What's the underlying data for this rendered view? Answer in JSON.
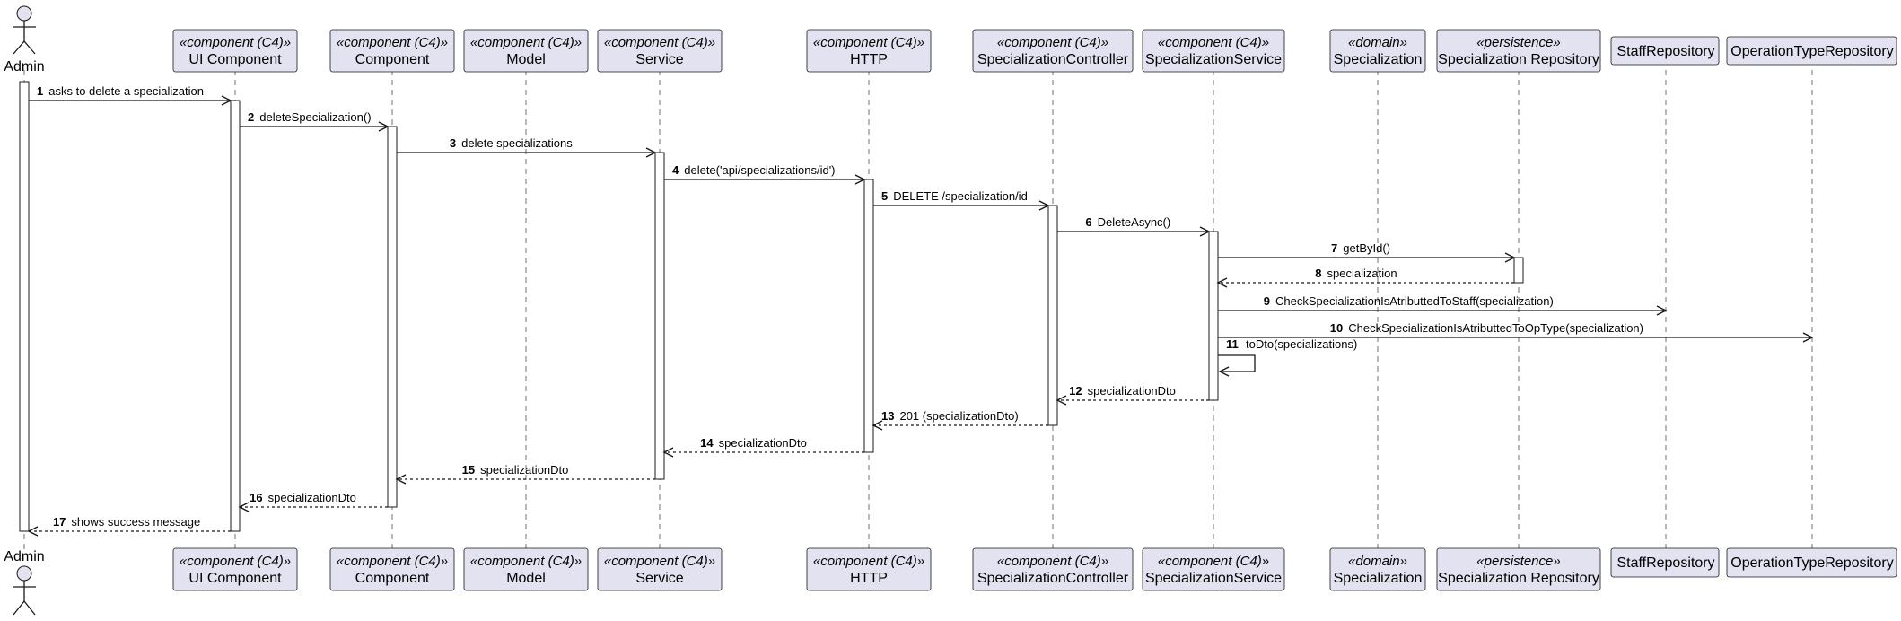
{
  "participants": [
    {
      "id": "admin",
      "kind": "actor",
      "stereotype": "",
      "name": "Admin"
    },
    {
      "id": "ui",
      "kind": "box",
      "stereotype": "«component (C4)»",
      "name": "UI Component"
    },
    {
      "id": "comp",
      "kind": "box",
      "stereotype": "«component (C4)»",
      "name": "Component"
    },
    {
      "id": "model",
      "kind": "box",
      "stereotype": "«component (C4)»",
      "name": "Model"
    },
    {
      "id": "service",
      "kind": "box",
      "stereotype": "«component (C4)»",
      "name": "Service"
    },
    {
      "id": "http",
      "kind": "box",
      "stereotype": "«component (C4)»",
      "name": "HTTP"
    },
    {
      "id": "ctrl",
      "kind": "box",
      "stereotype": "«component (C4)»",
      "name": "SpecializationController"
    },
    {
      "id": "svc",
      "kind": "box",
      "stereotype": "«component (C4)»",
      "name": "SpecializationService"
    },
    {
      "id": "domain",
      "kind": "box",
      "stereotype": "«domain»",
      "name": "Specialization"
    },
    {
      "id": "repo",
      "kind": "box",
      "stereotype": "«persistence»",
      "name": "Specialization Repository"
    },
    {
      "id": "staff",
      "kind": "box",
      "stereotype": "",
      "name": "StaffRepository"
    },
    {
      "id": "optype",
      "kind": "box",
      "stereotype": "",
      "name": "OperationTypeRepository"
    }
  ],
  "messages": [
    {
      "n": "1",
      "from": "admin",
      "to": "ui",
      "label": "asks to delete a specialization",
      "kind": "sync"
    },
    {
      "n": "2",
      "from": "ui",
      "to": "comp",
      "label": "deleteSpecialization()",
      "kind": "sync"
    },
    {
      "n": "3",
      "from": "comp",
      "to": "service",
      "label": "delete specializations",
      "kind": "sync"
    },
    {
      "n": "4",
      "from": "service",
      "to": "http",
      "label": "delete('api/specializations/id')",
      "kind": "sync"
    },
    {
      "n": "5",
      "from": "http",
      "to": "ctrl",
      "label": "DELETE /specialization/id",
      "kind": "sync"
    },
    {
      "n": "6",
      "from": "ctrl",
      "to": "svc",
      "label": "DeleteAsync()",
      "kind": "sync"
    },
    {
      "n": "7",
      "from": "svc",
      "to": "repo",
      "label": "getById()",
      "kind": "sync"
    },
    {
      "n": "8",
      "from": "repo",
      "to": "svc",
      "label": "specialization",
      "kind": "return"
    },
    {
      "n": "9",
      "from": "svc",
      "to": "staff",
      "label": "CheckSpecializationIsAtributtedToStaff(specialization)",
      "kind": "sync"
    },
    {
      "n": "10",
      "from": "svc",
      "to": "optype",
      "label": "CheckSpecializationIsAtributtedToOpType(specialization)",
      "kind": "sync"
    },
    {
      "n": "11",
      "from": "svc",
      "to": "svc",
      "label": "toDto(specializations)",
      "kind": "self"
    },
    {
      "n": "12",
      "from": "svc",
      "to": "ctrl",
      "label": "specializationDto",
      "kind": "return"
    },
    {
      "n": "13",
      "from": "ctrl",
      "to": "http",
      "label": "201 (specializationDto)",
      "kind": "return"
    },
    {
      "n": "14",
      "from": "http",
      "to": "service",
      "label": "specializationDto",
      "kind": "return"
    },
    {
      "n": "15",
      "from": "service",
      "to": "comp",
      "label": "specializationDto",
      "kind": "return"
    },
    {
      "n": "16",
      "from": "comp",
      "to": "ui",
      "label": "specializationDto",
      "kind": "return"
    },
    {
      "n": "17",
      "from": "ui",
      "to": "admin",
      "label": "shows success message",
      "kind": "return"
    }
  ]
}
